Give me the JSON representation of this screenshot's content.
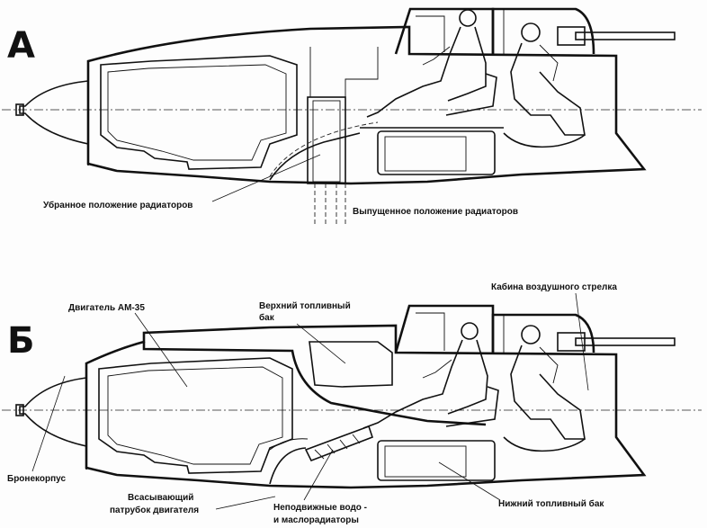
{
  "panels": {
    "a": {
      "letter": "А",
      "labels": {
        "retracted": "Убранное положение радиаторов",
        "extended": "Выпущенное положение радиаторов"
      }
    },
    "b": {
      "letter": "Б",
      "labels": {
        "engine": "Двигатель АМ-35",
        "upper_tank_1": "Верхний топливный",
        "upper_tank_2": "бак",
        "gunner_cabin": "Кабина воздушного стрелка",
        "armor": "Бронекорпус",
        "intake_1": "Всасывающий",
        "intake_2": "патрубок двигателя",
        "radiators_1": "Неподвижные водо -",
        "radiators_2": "и маслорадиаторы",
        "lower_tank": "Нижний топливный бак"
      }
    }
  }
}
